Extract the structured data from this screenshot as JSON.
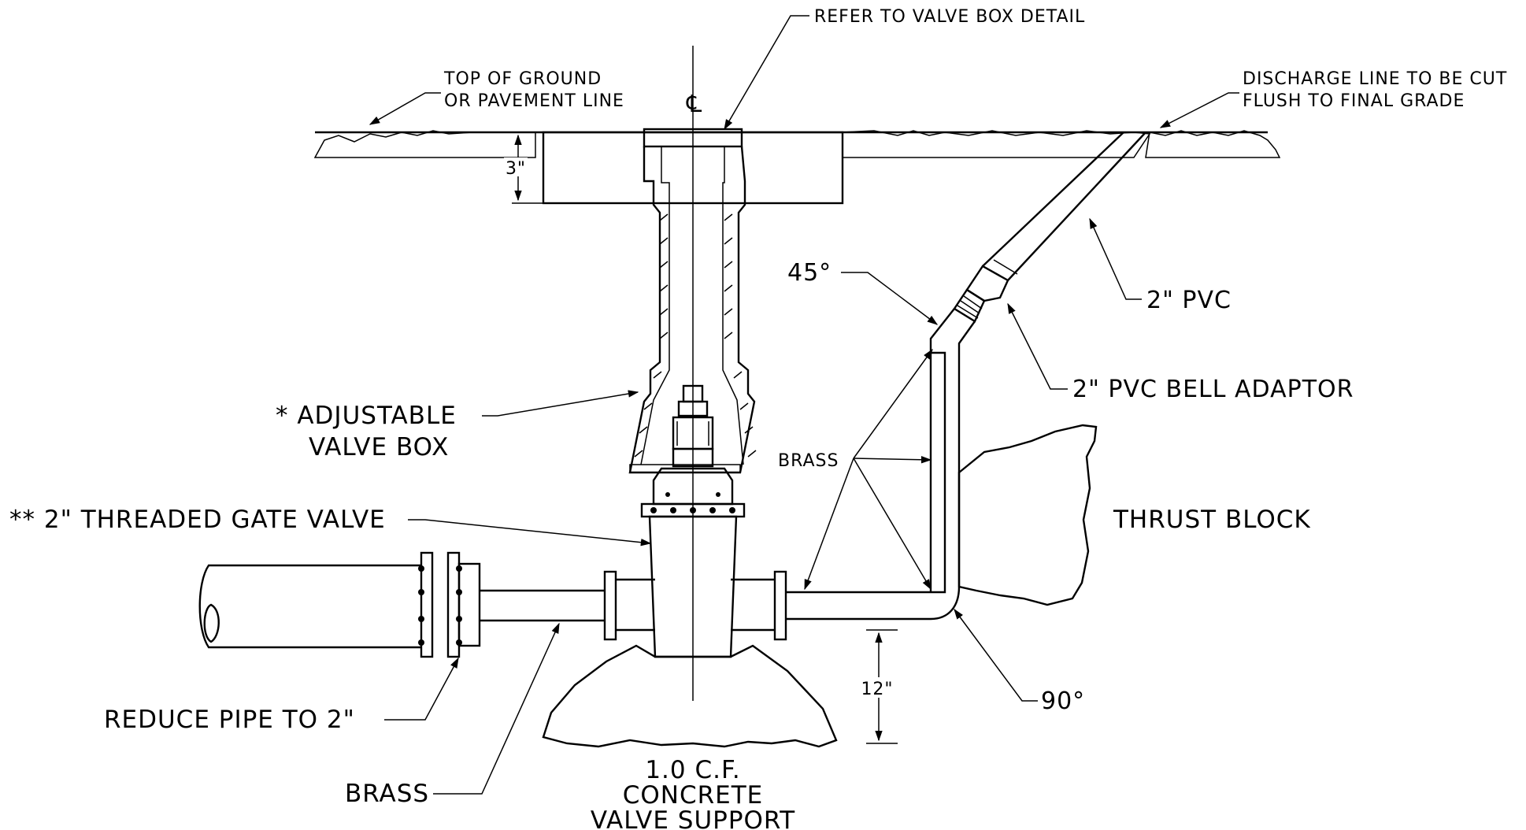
{
  "labels": {
    "refer_to_valve_box": "REFER TO VALVE BOX DETAIL",
    "top_of_ground_1": "TOP OF GROUND",
    "top_of_ground_2": "OR PAVEMENT LINE",
    "centerline": "℄",
    "discharge_1": "DISCHARGE LINE TO BE CUT",
    "discharge_2": "FLUSH TO FINAL GRADE",
    "dim_3in": "3\"",
    "pvc_2in": "2\" PVC",
    "elbow_45": "45°",
    "bell_adaptor": "2\" PVC BELL ADAPTOR",
    "adjustable_1": "* ADJUSTABLE",
    "adjustable_2": "VALVE BOX",
    "brass_upper": "BRASS",
    "thrust_block": "THRUST BLOCK",
    "gate_valve": "** 2\" THREADED GATE VALVE",
    "reduce_pipe": "REDUCE PIPE TO 2\"",
    "brass_lower": "BRASS",
    "dim_12in": "12\"",
    "elbow_90": "90°",
    "support_1": "1.0 C.F.",
    "support_2": "CONCRETE",
    "support_3": "VALVE SUPPORT"
  }
}
